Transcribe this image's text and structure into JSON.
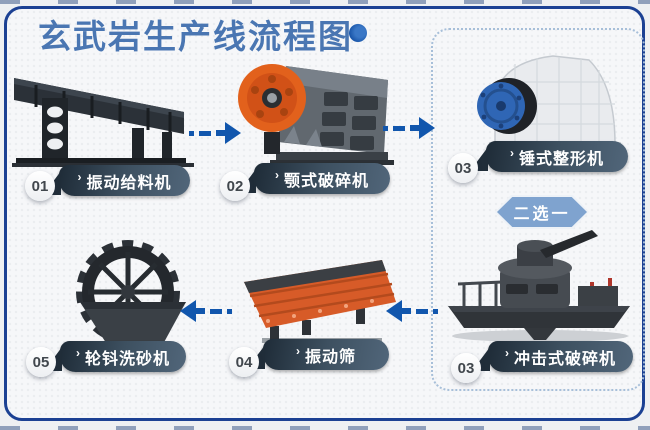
{
  "title": "玄武岩生产线流程图",
  "chevron": "›",
  "choice_badge": {
    "label": "二选一"
  },
  "nodes": [
    {
      "num": "01",
      "label": "振动给料机",
      "machine": "vibrating-feeder"
    },
    {
      "num": "02",
      "label": "颚式破碎机",
      "machine": "jaw-crusher"
    },
    {
      "num": "03",
      "label": "锤式整形机",
      "machine": "hammer-shaping-machine"
    },
    {
      "num": "03",
      "label": "冲击式破碎机",
      "machine": "vertical-shaft-impact-crusher"
    },
    {
      "num": "04",
      "label": "振动筛",
      "machine": "vibrating-screen"
    },
    {
      "num": "05",
      "label": "轮钭洗砂机",
      "machine": "wheel-sand-washer"
    }
  ],
  "arrows": [
    {
      "from": "振动给料机",
      "to": "颚式破碎机",
      "direction": "right"
    },
    {
      "from": "颚式破碎机",
      "to": "锤式整形机",
      "direction": "right"
    },
    {
      "from": "冲击式破碎机",
      "to": "振动筛",
      "direction": "left"
    },
    {
      "from": "振动筛",
      "to": "轮钭洗砂机",
      "direction": "left"
    }
  ],
  "option_group": {
    "members": [
      "锤式整形机",
      "冲击式破碎机"
    ]
  },
  "colors": {
    "title": "#4a76b2",
    "arrow": "#1156ad",
    "card_border": "#1c4193",
    "pill_dark": "#202d39",
    "pill_light": "#51667a",
    "hexagon": "#7fa3cf",
    "dashed_border": "#a7bfd9",
    "accent_dot": "#1b57aa"
  }
}
